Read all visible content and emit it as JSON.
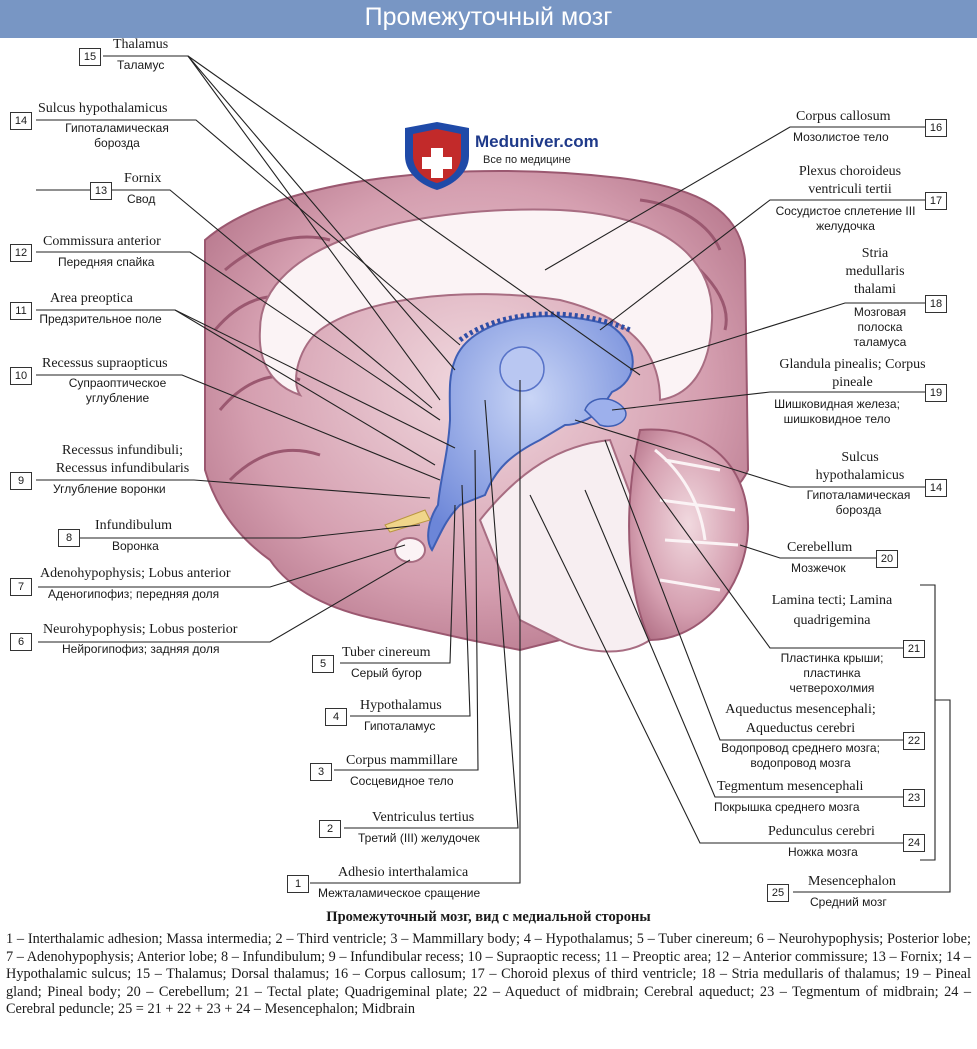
{
  "header": {
    "title": "Промежуточный мозг"
  },
  "logo": {
    "name": "Meduniver.com",
    "tagline": "Все по медицине"
  },
  "colors": {
    "header_bg": "#7896c4",
    "ventricle": "#8aa1e2",
    "tissue": "#c78a9c",
    "tissue_light": "#e8c7d0"
  },
  "labels": [
    {
      "num": "15",
      "lat": "Thalamus",
      "ru": "Таламус"
    },
    {
      "num": "14",
      "lat": "Sulcus hypothalamicus",
      "ru": "Гипоталамическая борозда"
    },
    {
      "num": "13",
      "lat": "Fornix",
      "ru": "Свод"
    },
    {
      "num": "12",
      "lat": "Commissura anterior",
      "ru": "Передняя спайка"
    },
    {
      "num": "11",
      "lat": "Area preoptica",
      "ru": "Предзрительное поле"
    },
    {
      "num": "10",
      "lat": "Recessus supraopticus",
      "ru": "Супраоптическое углубление"
    },
    {
      "num": "9",
      "lat": "Recessus infundibuli; Recessus infundibularis",
      "ru": "Углубление воронки"
    },
    {
      "num": "8",
      "lat": "Infundibulum",
      "ru": "Воронка"
    },
    {
      "num": "7",
      "lat": "Adenohypophysis; Lobus anterior",
      "ru": "Аденогипофиз; передняя доля"
    },
    {
      "num": "6",
      "lat": "Neurohypophysis; Lobus posterior",
      "ru": "Нейрогипофиз; задняя доля"
    },
    {
      "num": "5",
      "lat": "Tuber cinereum",
      "ru": "Серый бугор"
    },
    {
      "num": "4",
      "lat": "Hypothalamus",
      "ru": "Гипоталамус"
    },
    {
      "num": "3",
      "lat": "Corpus mammillare",
      "ru": "Сосцевидное тело"
    },
    {
      "num": "2",
      "lat": "Ventriculus tertius",
      "ru": "Третий (III) желудочек"
    },
    {
      "num": "1",
      "lat": "Adhesio interthalamica",
      "ru": "Межталамическое сращение"
    },
    {
      "num": "16",
      "lat": "Corpus callosum",
      "ru": "Мозолистое тело"
    },
    {
      "num": "17",
      "lat": "Plexus choroideus ventriculi tertii",
      "ru": "Сосудистое сплетение III желудочка"
    },
    {
      "num": "18",
      "lat": "Stria medullaris thalami",
      "ru": "Мозговая полоска таламуса"
    },
    {
      "num": "19",
      "lat": "Glandula pinealis; Corpus pineale",
      "ru": "Шишковидная железа; шишковидное тело"
    },
    {
      "num": "14",
      "lat": "Sulcus hypothalamicus",
      "ru": "Гипоталамическая борозда"
    },
    {
      "num": "20",
      "lat": "Cerebellum",
      "ru": "Мозжечок"
    },
    {
      "num": "21",
      "lat": "Lamina tecti; Lamina quadrigemina",
      "ru": "Пластинка крыши; пластинка четверохолмия"
    },
    {
      "num": "22",
      "lat": "Aqueductus mesencephali; Aqueductus cerebri",
      "ru": "Водопровод среднего мозга; водопровод мозга"
    },
    {
      "num": "23",
      "lat": "Tegmentum mesencephali",
      "ru": "Покрышка среднего мозга"
    },
    {
      "num": "24",
      "lat": "Pedunculus cerebri",
      "ru": "Ножка мозга"
    },
    {
      "num": "25",
      "lat": "Mesencephalon",
      "ru": "Средний мозг"
    }
  ],
  "caption": {
    "title": "Промежуточный мозг, вид с медиальной стороны",
    "legend": "1 – Interthalamic adhesion; Massa intermedia; 2 – Third ventricle; 3 – Mammillary body; 4 – Hypothalamus; 5 – Tuber cinereum; 6 – Neurohypophysis; Posterior lobe; 7 – Adenohypophysis; Anterior lobe; 8 – Infundibulum; 9 – Infundibular recess; 10 – Supraoptic recess; 11 – Preoptic area; 12 – Anterior commissure; 13 – Fornix; 14 – Hypothalamic sulcus; 15 – Thalamus; Dorsal thalamus; 16 – Corpus callosum; 17 – Choroid plexus of third ventricle; 18 – Stria medullaris of thalamus; 19 – Pineal gland; Pineal body; 20 – Cerebellum; 21 – Tectal plate; Quadrigeminal plate; 22 – Aqueduct of midbrain; Cerebral aqueduct; 23 – Tegmentum of midbrain; 24 – Cerebral peduncle; 25 = 21 + 22 + 23 + 24 – Mesencephalon; Midbrain"
  }
}
